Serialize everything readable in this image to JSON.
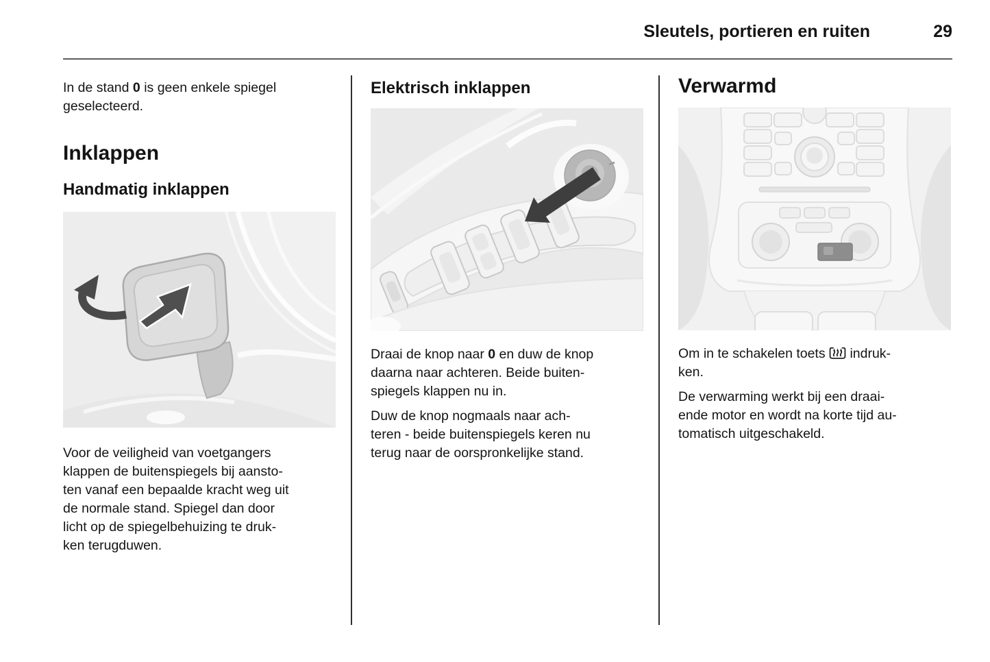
{
  "header": {
    "chapter_title": "Sleutels, portieren en ruiten",
    "page_number": "29"
  },
  "col1": {
    "intro": {
      "pre": "In de stand ",
      "emph": "0",
      "post": " is geen enkele spiegel\ngeselecteerd."
    },
    "heading": "Inklappen",
    "subheading": "Handmatig inklappen",
    "figure_alt": "Buitenspiegel handmatig inklappen",
    "body": "Voor de veiligheid van voetgangers\nklappen de buitenspiegels bij aansto-\nten vanaf een bepaalde kracht weg uit\nde normale stand. Spiegel dan door\nlicht op de spiegelbehuizing te druk-\nken terugduwen."
  },
  "col2": {
    "subheading": "Elektrisch inklappen",
    "figure_alt": "Spiegelverstelknop op het portier",
    "p1": {
      "pre": "Draai de knop naar ",
      "emph": "0",
      "post": " en duw de knop\ndaarna naar achteren. Beide buiten-\nspiegels klappen nu in."
    },
    "p2": "Duw de knop nogmaals naar ach-\nteren - beide buitenspiegels keren nu\nterug naar de oorspronkelijke stand."
  },
  "col3": {
    "heading": "Verwarmd",
    "figure_alt": "Middenconsole met verwarmingstoets",
    "p1": {
      "pre": "Om in te schakelen toets ",
      "icon": "heated-mirror-symbol",
      "post": " indruk-\nken."
    },
    "p2": "De verwarming werkt bij een draai-\nende motor en wordt na korte tijd au-\ntomatisch uitgeschakeld."
  },
  "colors": {
    "text": "#141414",
    "header_rule": "#5c5c5c",
    "column_rule": "#2f2f2f",
    "figure_background": "#ededed",
    "arrow_dark": "#3e3e3e"
  }
}
